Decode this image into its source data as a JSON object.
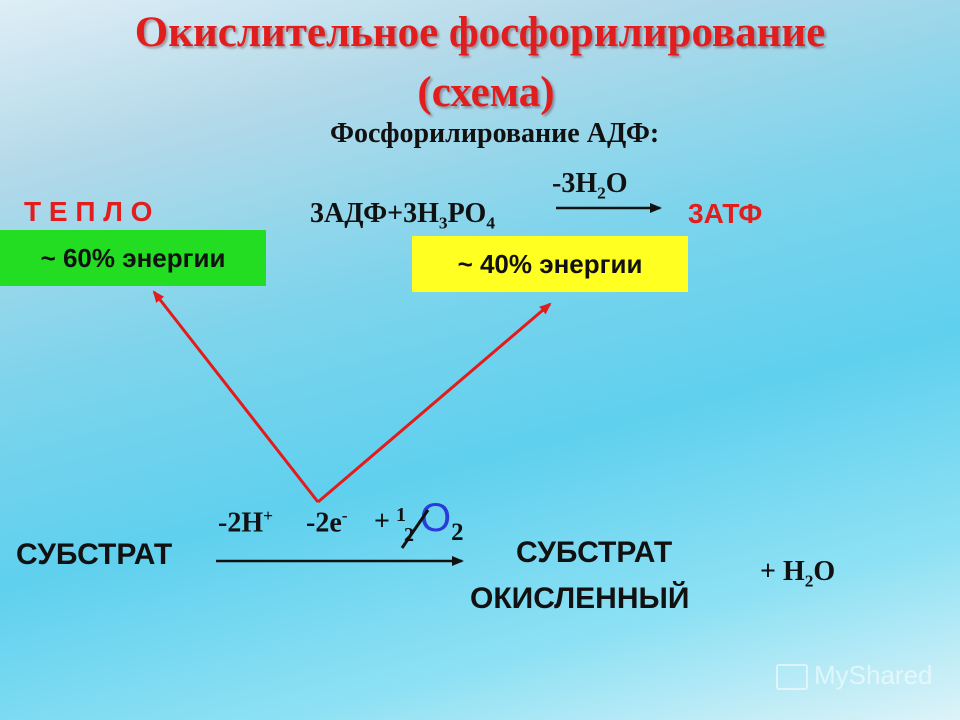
{
  "title": {
    "line1": "Окислительное фосфорилирование",
    "line2": "(схема)"
  },
  "subtitle": "Фосфорилирование АДФ:",
  "teplo": "Т Е П Л О",
  "energy_60": "~ 60% энергии",
  "energy_40": "~ 40% энергии",
  "reaction_top": {
    "left_a": "3АДФ+3Н",
    "left_b": "РО",
    "sub_3": "3",
    "sub_4": "4",
    "over_a": "-3Н",
    "over_b": "О",
    "over_sub": "2",
    "product": "3АТФ"
  },
  "reaction_bottom": {
    "substrate": "СУБСТРАТ",
    "h_part": "-2Н",
    "h_sup": "+",
    "e_part": "-2е",
    "e_sup": "-",
    "half_plus": "+",
    "half_num": "1",
    "half_den": "2",
    "o2": "О",
    "o2_sub": "2",
    "product_line1": "СУБСТРАТ",
    "product_line2": "ОКИСЛЕННЫЙ",
    "water": "+ Н",
    "water_sub": "2",
    "water_o": "О"
  },
  "watermark": "MyShared",
  "colors": {
    "title": "#e11d1d",
    "teplo": "#e11d1d",
    "atf": "#e11d1d",
    "green_box": "#22dd22",
    "yellow_box": "#ffff22",
    "arrow": "#e31b1b",
    "o2": "#2a3bd8"
  }
}
